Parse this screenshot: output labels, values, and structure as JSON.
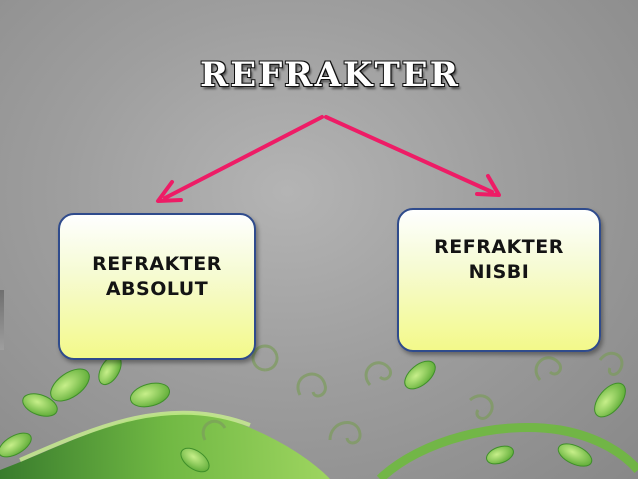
{
  "diagram": {
    "title": "REFRAKTER",
    "nodes": [
      {
        "id": "absolut",
        "label": "REFRAKTER\nABSOLUT"
      },
      {
        "id": "nisbi",
        "label": "REFRAKTER\nNISBI"
      }
    ],
    "edges": [
      {
        "from": "title",
        "to": "absolut"
      },
      {
        "from": "title",
        "to": "nisbi"
      }
    ]
  },
  "colors": {
    "arrow": "#ee1c66",
    "node_border": "#2f4b8c",
    "node_fill_top": "#feffff",
    "node_fill_bottom": "#f3f98a",
    "vine_dark": "#3f8f2a",
    "vine_light": "#8ad14a",
    "background": "#9e9e9e"
  },
  "decoration": {
    "motif": "green-vine-leaves"
  }
}
